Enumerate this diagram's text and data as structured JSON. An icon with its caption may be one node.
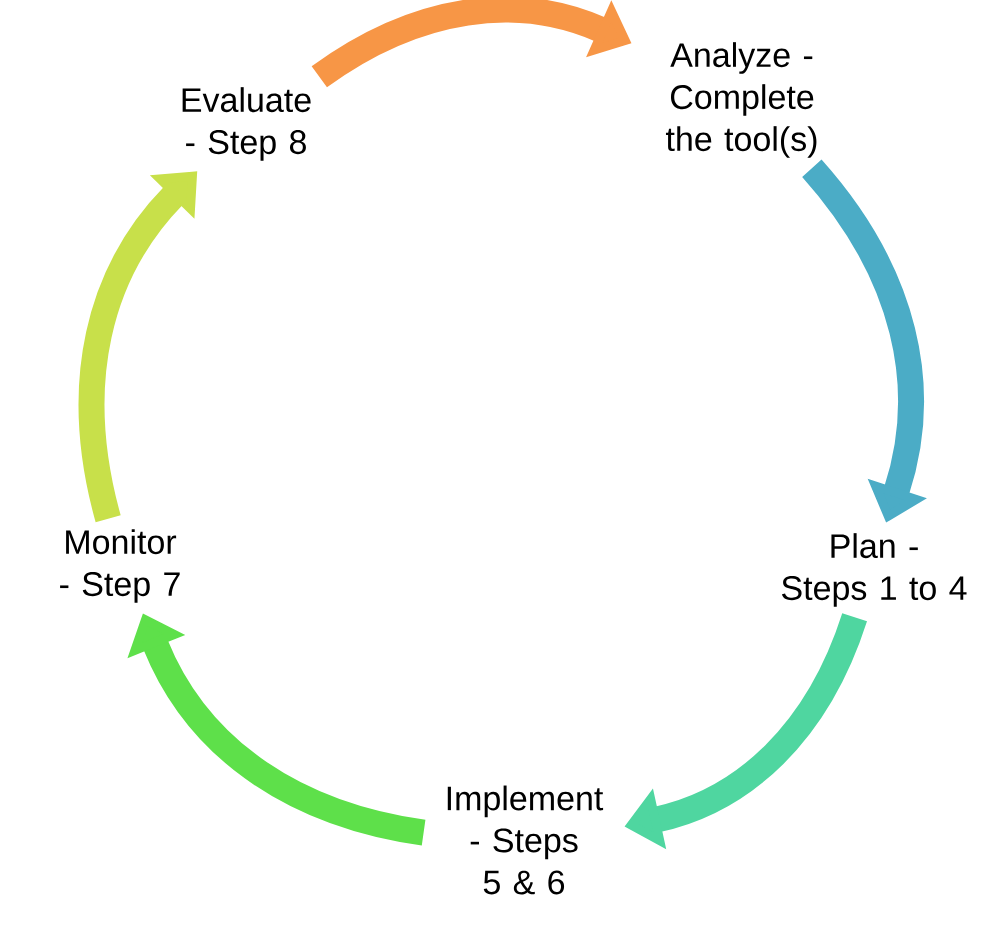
{
  "diagram": {
    "nodes": [
      {
        "text": [
          "Analyze - Complete the tool(s)"
        ]
      },
      {
        "text": [
          "Plan - Steps 1 to 4"
        ]
      },
      {
        "text": [
          "Implement - Steps 5 & 6"
        ]
      },
      {
        "text": [
          "Monitor - Step 7"
        ]
      },
      {
        "text": [
          "Evaluate - Step 8"
        ]
      }
    ],
    "edges": [
      {
        "from": 4,
        "to": 0,
        "arrow": "to",
        "color": "#f79646"
      },
      {
        "from": 0,
        "to": 1,
        "arrow": "to",
        "color": "#4bacc6"
      },
      {
        "from": 1,
        "to": 2,
        "arrow": "to",
        "color": "#4fd6a0"
      },
      {
        "from": 2,
        "to": 3,
        "arrow": "to",
        "color": "#5ee04a"
      },
      {
        "from": 3,
        "to": 4,
        "arrow": "to",
        "color": "#c8e04a"
      }
    ]
  }
}
